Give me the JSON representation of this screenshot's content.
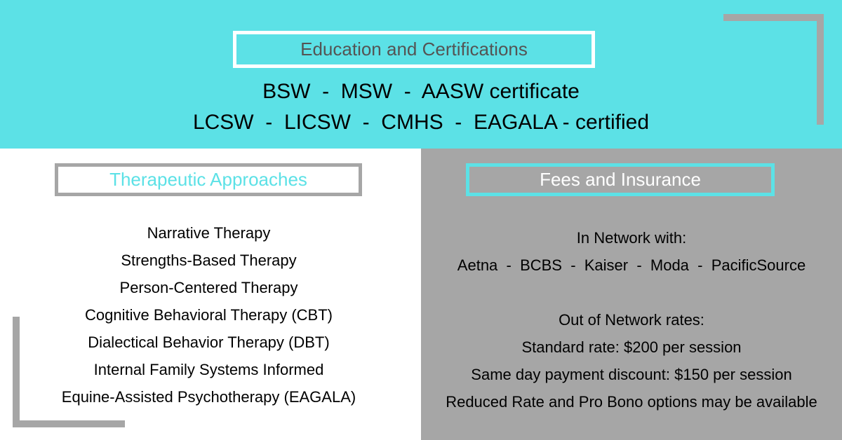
{
  "education": {
    "title": "Education and Certifications",
    "lines": [
      "BSW  -  MSW  -  AASW certificate",
      "LCSW  -  LICSW  -  CMHS  -  EAGALA - certified"
    ]
  },
  "therapeutic": {
    "title": "Therapeutic Approaches",
    "items": [
      "Narrative Therapy",
      "Strengths-Based Therapy",
      "Person-Centered Therapy",
      "Cognitive Behavioral Therapy (CBT)",
      "Dialectical Behavior Therapy (DBT)",
      "Internal Family Systems Informed",
      "Equine-Assisted Psychotherapy (EAGALA)"
    ]
  },
  "fees": {
    "title": "Fees and Insurance",
    "in_network_label": "In Network with:",
    "in_network_list": "Aetna  -  BCBS  -  Kaiser  -  Moda  -  PacificSource",
    "out_network_label": "Out of Network rates:",
    "standard_rate": "Standard rate: $200 per session",
    "same_day_discount": "Same day payment discount: $150 per session",
    "reduced_rate": "Reduced Rate and Pro Bono options may be available"
  },
  "colors": {
    "turquoise": "#5ce1e6",
    "gray": "#a6a6a6",
    "white": "#ffffff",
    "dark_text": "#545454",
    "text": "#000000"
  }
}
